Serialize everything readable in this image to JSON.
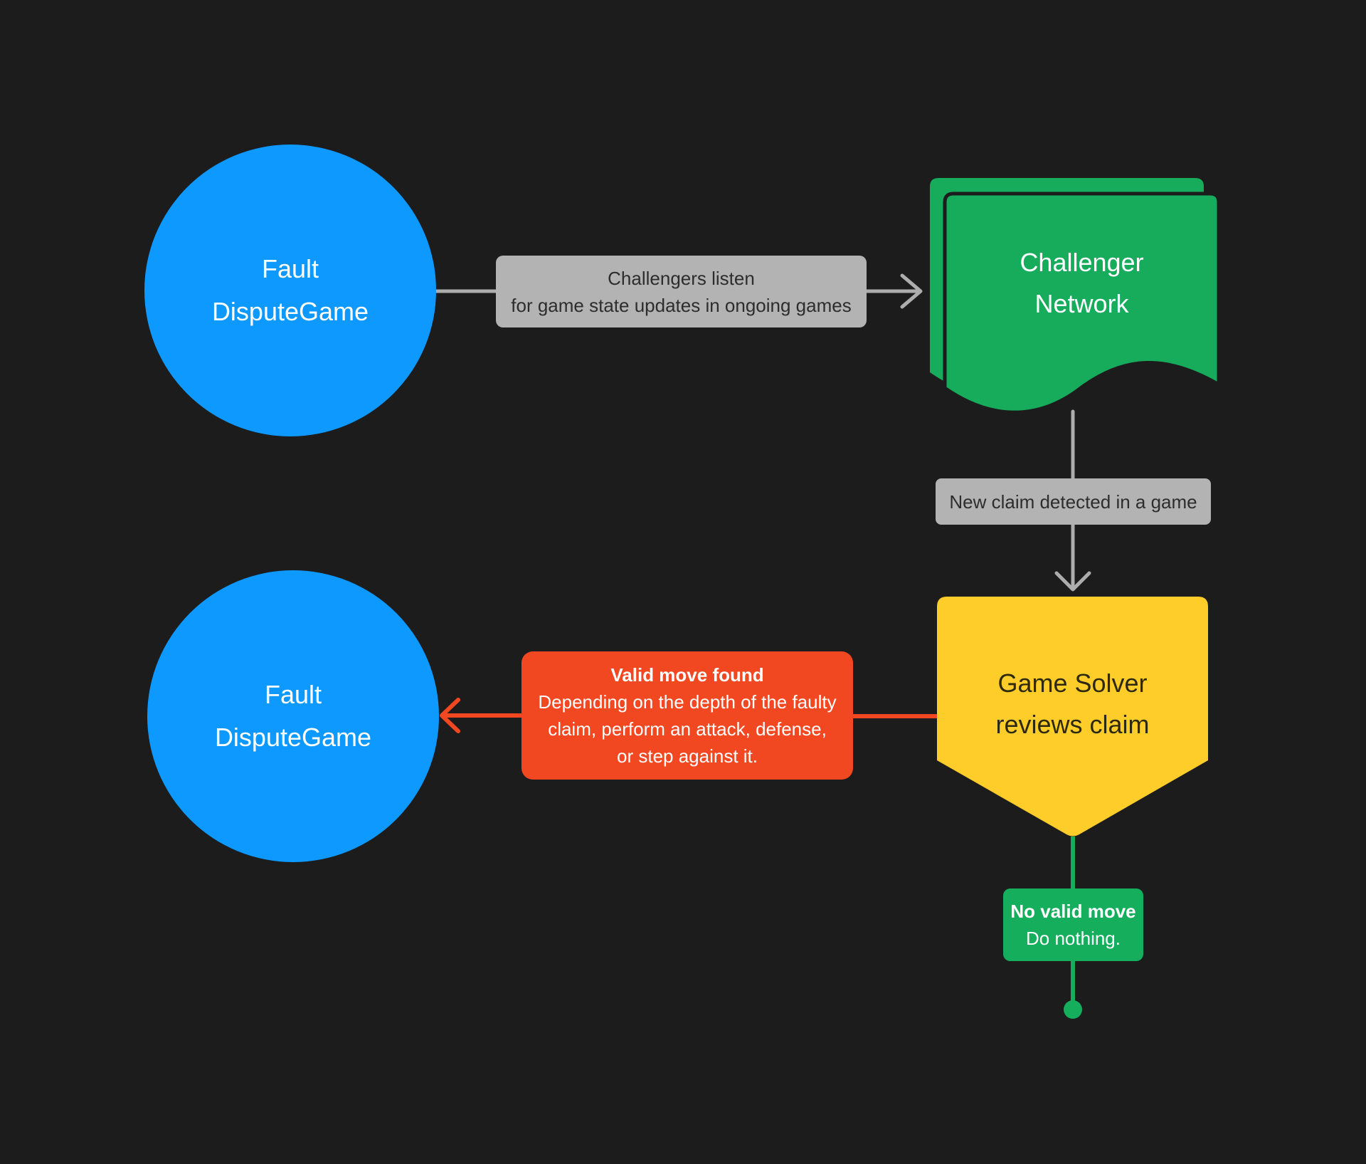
{
  "diagram": {
    "background_color": "#1C1C1C",
    "nodes": {
      "fault_dispute_game_top": {
        "shape": "circle",
        "color": "#0D99FF",
        "text_color": "#FFFFFF",
        "line1": "Fault",
        "line2": "DisputeGame"
      },
      "challenger_network": {
        "shape": "document",
        "color": "#16AC5C",
        "text_color": "#FFFFFF",
        "line1": "Challenger",
        "line2": "Network"
      },
      "game_solver": {
        "shape": "pentagon-down",
        "color": "#FFCD29",
        "text_color": "#2D290F",
        "line1": "Game Solver",
        "line2": "reviews claim"
      },
      "fault_dispute_game_bottom": {
        "shape": "circle",
        "color": "#0D99FF",
        "text_color": "#FFFFFF",
        "line1": "Fault",
        "line2": "DisputeGame"
      }
    },
    "labels": {
      "challengers_listen": {
        "color": "#B3B3B3",
        "text_color": "#2D2D2D",
        "line1": "Challengers listen",
        "line2": "for game state updates in ongoing games"
      },
      "new_claim": {
        "color": "#B3B3B3",
        "text_color": "#2D2D2D",
        "text": "New claim detected in a game"
      },
      "valid_move": {
        "color": "#F24822",
        "text_color": "#FFFFFF",
        "title": "Valid move found",
        "line1": "Depending on the depth of the faulty",
        "line2": "claim, perform an attack, defense,",
        "line3": "or step against it."
      },
      "no_valid_move": {
        "color": "#14AE5C",
        "text_color": "#FFFFFF",
        "title": "No valid move",
        "line": "Do nothing."
      }
    },
    "connectors": {
      "gray_color": "#ADADAD",
      "red_color": "#F24822",
      "green_color": "#14AE5C"
    }
  }
}
